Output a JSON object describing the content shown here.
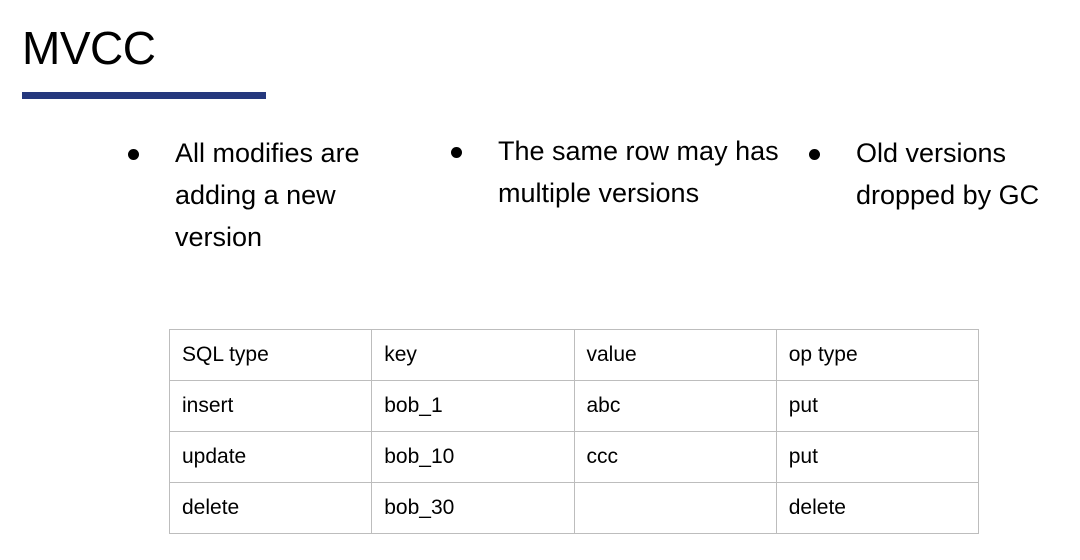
{
  "title": "MVCC",
  "accent_color": "#25387d",
  "bullets": [
    "All modifies are adding a new version",
    "The same row may has multiple versions",
    "Old versions dropped by GC"
  ],
  "table": {
    "headers": [
      "SQL type",
      "key",
      "value",
      "op type"
    ],
    "rows": [
      [
        "insert",
        "bob_1",
        "abc",
        "put"
      ],
      [
        "update",
        "bob_10",
        "ccc",
        "put"
      ],
      [
        "delete",
        "bob_30",
        "",
        "delete"
      ]
    ]
  }
}
